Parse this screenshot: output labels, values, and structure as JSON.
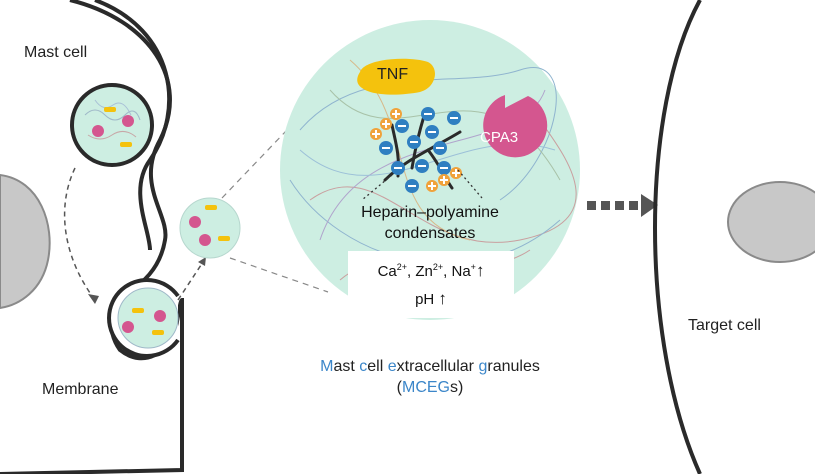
{
  "labels": {
    "mast_cell": "Mast cell",
    "membrane": "Membrane",
    "target_cell": "Target cell",
    "tnf": "TNF",
    "cpa3": "CPA3",
    "condensate_line1": "Heparin–polyamine",
    "condensate_line2": "condensates",
    "ph": "pH"
  },
  "ions": {
    "ca": "Ca",
    "ca_charge": "2+",
    "sep1": ", ",
    "zn": "Zn",
    "zn_charge": "2+",
    "sep2": ", ",
    "na": "Na",
    "na_charge": "+",
    "arrow": "↑"
  },
  "caption": {
    "m": "M",
    "ast": "ast ",
    "c": "c",
    "ell": "ell ",
    "e": "e",
    "xtracellular": "xtracellular ",
    "g": "g",
    "ranules": "ranules",
    "open": "(",
    "mceg": "MCEG",
    "s_close": "s)"
  },
  "colors": {
    "granule_fill": "#cdeee2",
    "granule_outline": "#2a2a2a",
    "tnf_yellow": "#f4c20d",
    "cpa3_pink": "#d4568f",
    "negative_blue": "#2f7fc1",
    "positive_orange": "#f0a23b",
    "caption_blue": "#3b86c9",
    "nucleus_grey": "#c8c8c8"
  }
}
